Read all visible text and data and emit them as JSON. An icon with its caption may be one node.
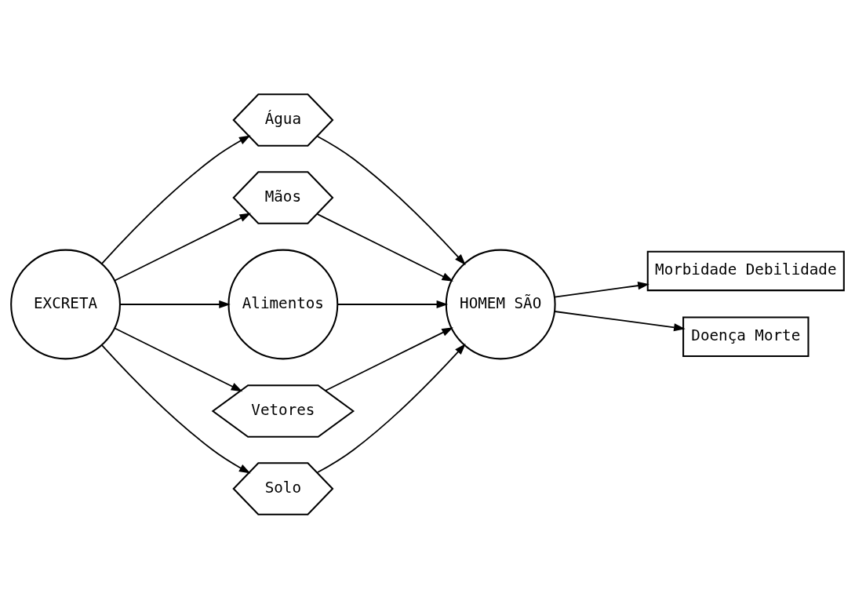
{
  "diagram": {
    "nodes": [
      {
        "text": [
          "EXCRETA"
        ]
      },
      {
        "text": [
          "Água"
        ]
      },
      {
        "text": [
          "Mãos"
        ]
      },
      {
        "text": [
          "Alimentos"
        ]
      },
      {
        "text": [
          "Vetores"
        ]
      },
      {
        "text": [
          "Solo"
        ]
      },
      {
        "text": [
          "HOMEM SÃO"
        ]
      },
      {
        "text": [
          "Morbidade Debilidade"
        ]
      },
      {
        "text": [
          "Doença Morte"
        ]
      }
    ],
    "edges": [
      {
        "from": 0,
        "to": 1,
        "arrow": "to"
      },
      {
        "from": 0,
        "to": 2,
        "arrow": "to"
      },
      {
        "from": 0,
        "to": 3,
        "arrow": "to"
      },
      {
        "from": 0,
        "to": 4,
        "arrow": "to"
      },
      {
        "from": 0,
        "to": 5,
        "arrow": "to"
      },
      {
        "from": 1,
        "to": 6,
        "arrow": "to"
      },
      {
        "from": 2,
        "to": 6,
        "arrow": "to"
      },
      {
        "from": 3,
        "to": 6,
        "arrow": "to"
      },
      {
        "from": 4,
        "to": 6,
        "arrow": "to"
      },
      {
        "from": 5,
        "to": 6,
        "arrow": "to"
      },
      {
        "from": 6,
        "to": 7,
        "arrow": "to"
      },
      {
        "from": 6,
        "to": 8,
        "arrow": "to"
      }
    ]
  }
}
